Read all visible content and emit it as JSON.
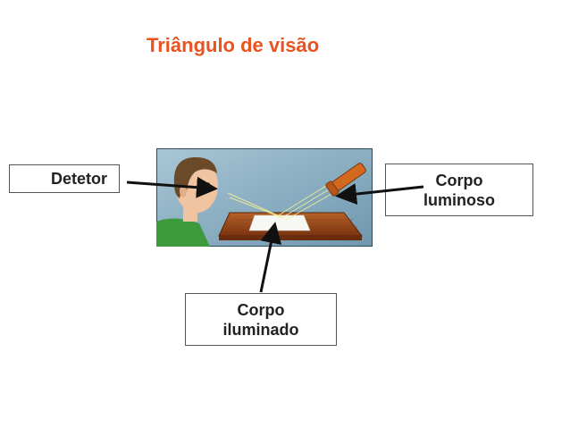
{
  "title": "Triângulo de visão",
  "labels": {
    "detetor": "Detetor",
    "corpo_luminoso": [
      "Corpo",
      "luminoso"
    ],
    "corpo_iluminado": [
      "Corpo",
      "iluminado"
    ]
  },
  "colors": {
    "title": "#e8531f",
    "scene_background": "#8fb4c8",
    "table": "#9a4a1a",
    "shirt": "#3c9a3c",
    "skin": "#f0c4a0",
    "hair": "#6b4a2a",
    "flashlight": "#d2691e"
  }
}
